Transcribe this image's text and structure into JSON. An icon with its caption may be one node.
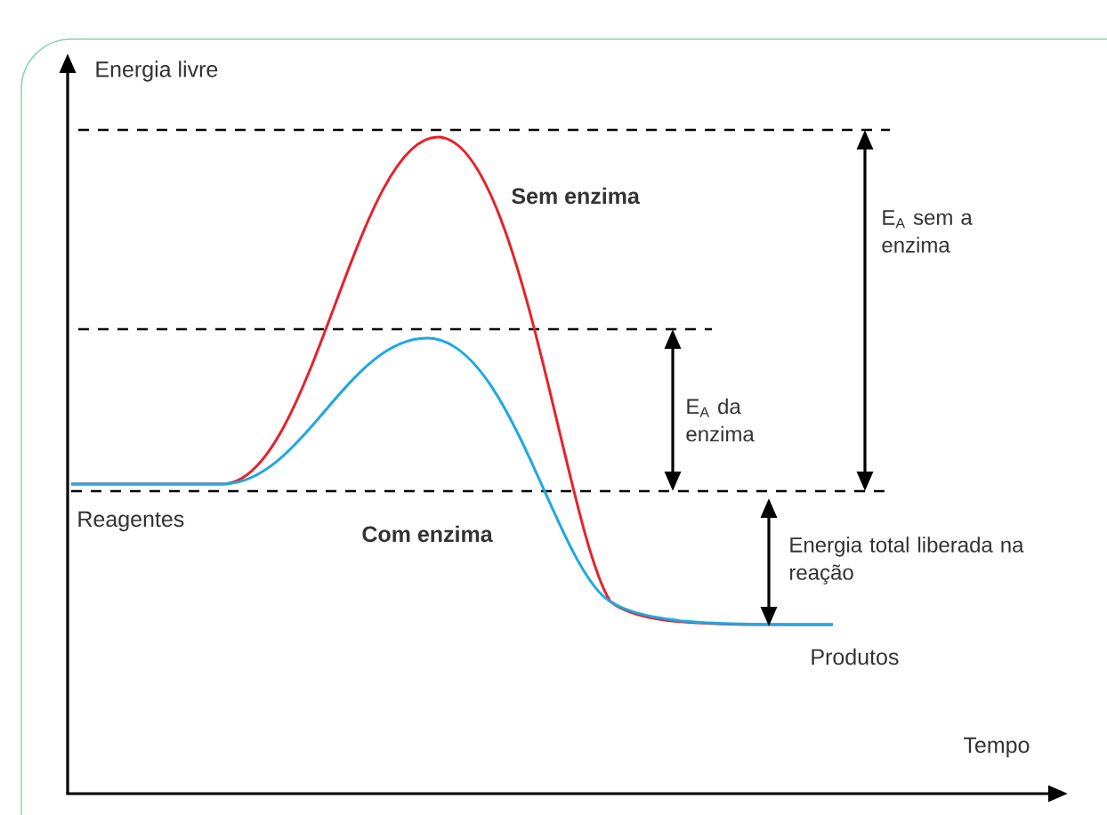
{
  "diagram": {
    "labels": [
      "Energia livre",
      "Sem enzima",
      "E$_{A}$ sem a enzima",
      "E$_{A}$ da enzima",
      "Reagentes",
      "Com enzima",
      "Energia total liberada na reação",
      "Produtos",
      "Tempo"
    ]
  }
}
